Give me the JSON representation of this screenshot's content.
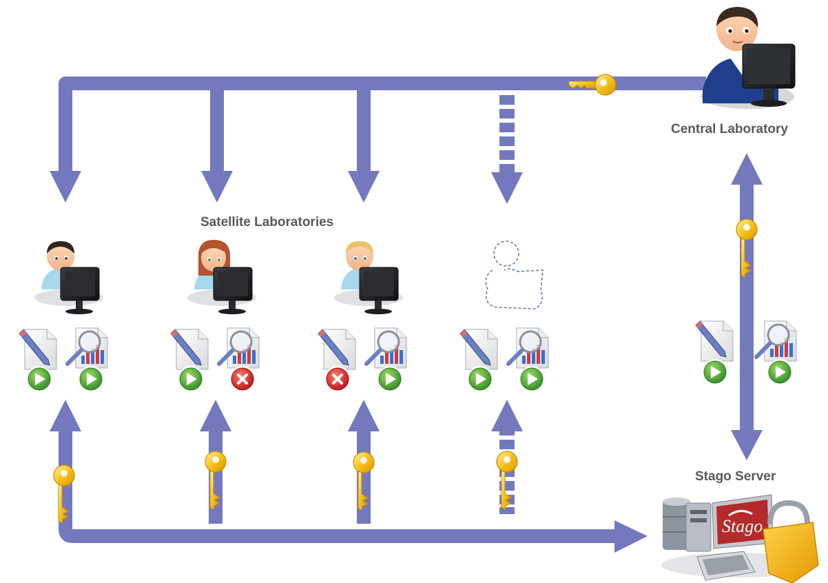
{
  "labels": {
    "central": "Central Laboratory",
    "satellite": "Satellite Laboratories",
    "server": "Stago Server",
    "server_logo": "Stago"
  },
  "colors": {
    "flow": "#7479bd",
    "key": "#f5b400",
    "ok": "#4fa63a",
    "error": "#d7262b",
    "text": "#58595b"
  },
  "nodes": {
    "central": {
      "icon": "user-at-computer-icon",
      "tie_color": "#c8102e"
    },
    "satellites": [
      {
        "person": "man-dark-hair",
        "edit_status": "ok",
        "view_status": "ok"
      },
      {
        "person": "woman-red-hair",
        "edit_status": "ok",
        "view_status": "error"
      },
      {
        "person": "man-blond-hair",
        "edit_status": "error",
        "view_status": "ok"
      },
      {
        "person": "future-placeholder",
        "edit_status": "ok",
        "view_status": "ok"
      }
    ],
    "server_docs": {
      "edit_status": "ok",
      "view_status": "ok"
    }
  }
}
